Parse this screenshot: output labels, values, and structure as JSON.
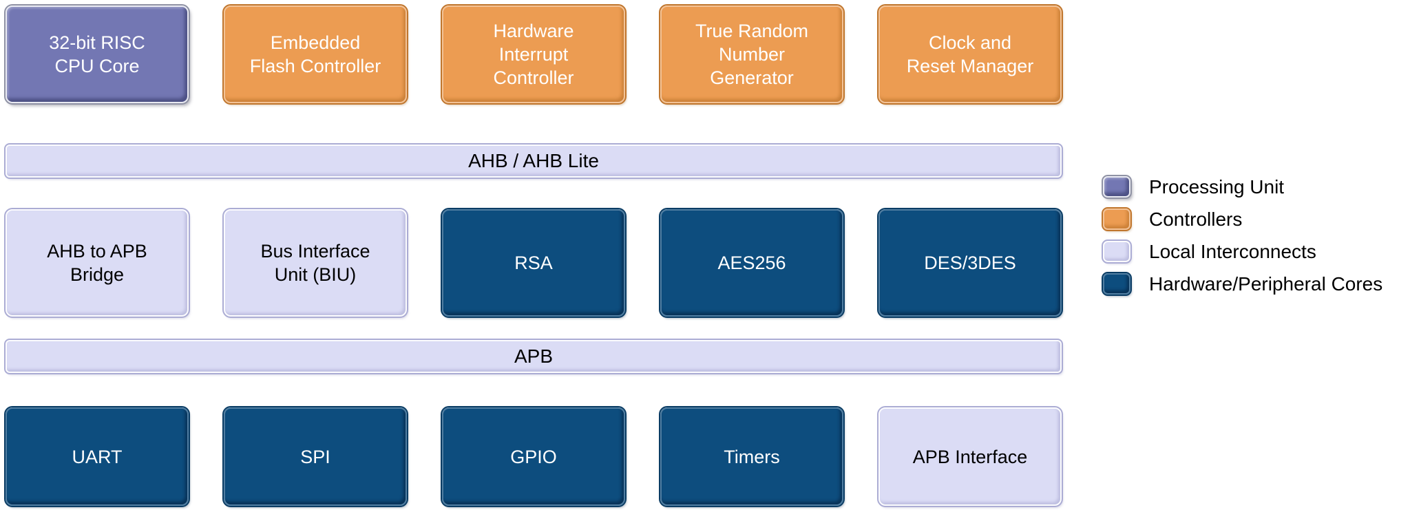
{
  "diagram": {
    "top_row": [
      {
        "label": "32-bit RISC\nCPU Core",
        "type": "processing"
      },
      {
        "label": "Embedded\nFlash Controller",
        "type": "controller"
      },
      {
        "label": "Hardware\nInterrupt\nController",
        "type": "controller"
      },
      {
        "label": "True Random\nNumber\nGenerator",
        "type": "controller"
      },
      {
        "label": "Clock and\nReset Manager",
        "type": "controller"
      }
    ],
    "ahb_bus": {
      "label": "AHB / AHB Lite",
      "type": "interconnect"
    },
    "middle_row": [
      {
        "label": "AHB to APB\nBridge",
        "type": "interconnect"
      },
      {
        "label": "Bus Interface\nUnit (BIU)",
        "type": "interconnect"
      },
      {
        "label": "RSA",
        "type": "core"
      },
      {
        "label": "AES256",
        "type": "core"
      },
      {
        "label": "DES/3DES",
        "type": "core"
      }
    ],
    "apb_bus": {
      "label": "APB",
      "type": "interconnect"
    },
    "bottom_row": [
      {
        "label": "UART",
        "type": "core"
      },
      {
        "label": "SPI",
        "type": "core"
      },
      {
        "label": "GPIO",
        "type": "core"
      },
      {
        "label": "Timers",
        "type": "core"
      },
      {
        "label": "APB Interface",
        "type": "interconnect"
      }
    ]
  },
  "legend": {
    "items": [
      {
        "label": "Processing Unit",
        "type": "processing",
        "color": "#7377B3"
      },
      {
        "label": "Controllers",
        "type": "controller",
        "color": "#EC9C52"
      },
      {
        "label": "Local Interconnects",
        "type": "interconnect",
        "color": "#DBDCF5"
      },
      {
        "label": "Hardware/Peripheral Cores",
        "type": "core",
        "color": "#0D4D7E"
      }
    ]
  },
  "colors": {
    "background": "#FFFFFF",
    "processing_fill": "#7377B3",
    "processing_frame": "#8F92A4",
    "controller_fill": "#EC9C52",
    "controller_frame": "#C0762D",
    "interconnect_fill": "#DBDCF5",
    "interconnect_frame": "#ABACD4",
    "core_fill": "#0D4D7E",
    "core_frame": "#0A3C64",
    "text_dark": "#000000",
    "text_light": "#FFFFFF"
  }
}
